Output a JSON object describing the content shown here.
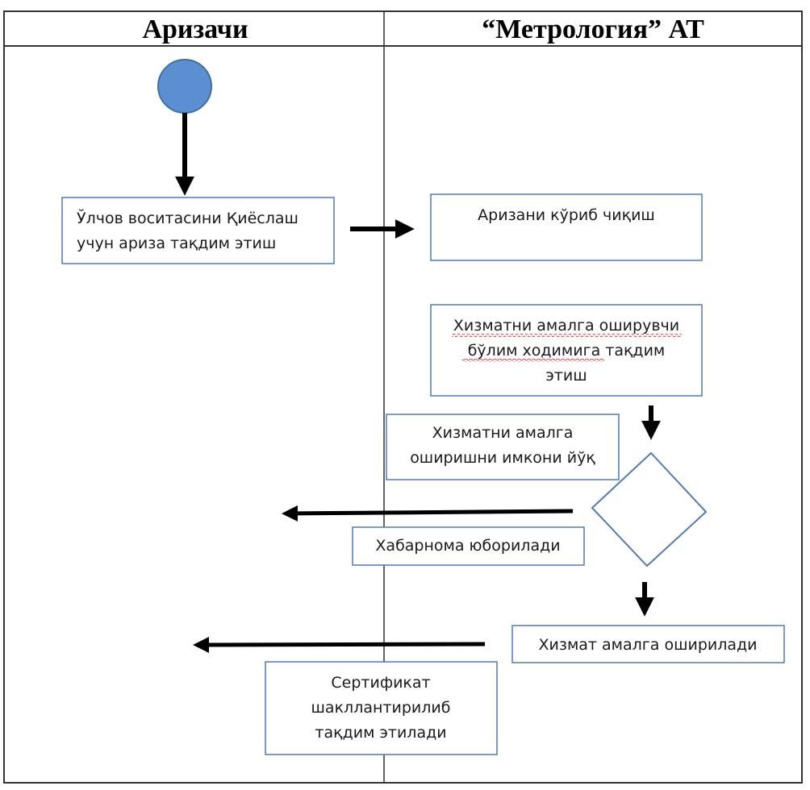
{
  "lanes": [
    {
      "title": "Аризачи"
    },
    {
      "title": "“Метрология” АТ"
    }
  ],
  "nodes": {
    "start": {
      "kind": "start",
      "color": "#5b8fd2",
      "stroke": "#41719c"
    },
    "submit_application": {
      "lines": [
        "Ўлчов воситасини Қиёслаш",
        "учун ариза тақдим этиш"
      ]
    },
    "review_application": {
      "lines": [
        "Аризани кўриб чиқиш"
      ]
    },
    "forward_to_staff": {
      "lines": [
        "Хизматни амалга оширувчи",
        "бўлим ходимига тақдим",
        "этиш"
      ],
      "spellcheck_underlined": [
        "Хизматни",
        "амалга",
        "оширувчи",
        "бўлим",
        "ходимига"
      ]
    },
    "not_possible": {
      "lines": [
        "Хизматни амалга",
        "оширишни имкони йўқ"
      ]
    },
    "decision": {
      "kind": "decision"
    },
    "notification_sent": {
      "lines": [
        "Хабарнома юборилади"
      ]
    },
    "service_performed": {
      "lines": [
        "Хизмат амалга оширилади"
      ]
    },
    "certificate_issued": {
      "lines": [
        "Сертификат",
        "шакллантирилиб",
        "тақдим этилади"
      ]
    }
  },
  "colors": {
    "box_border": "#4f7ab8",
    "arrow": "#000000",
    "grid": "#333333",
    "spellcheck": "#e03030"
  }
}
